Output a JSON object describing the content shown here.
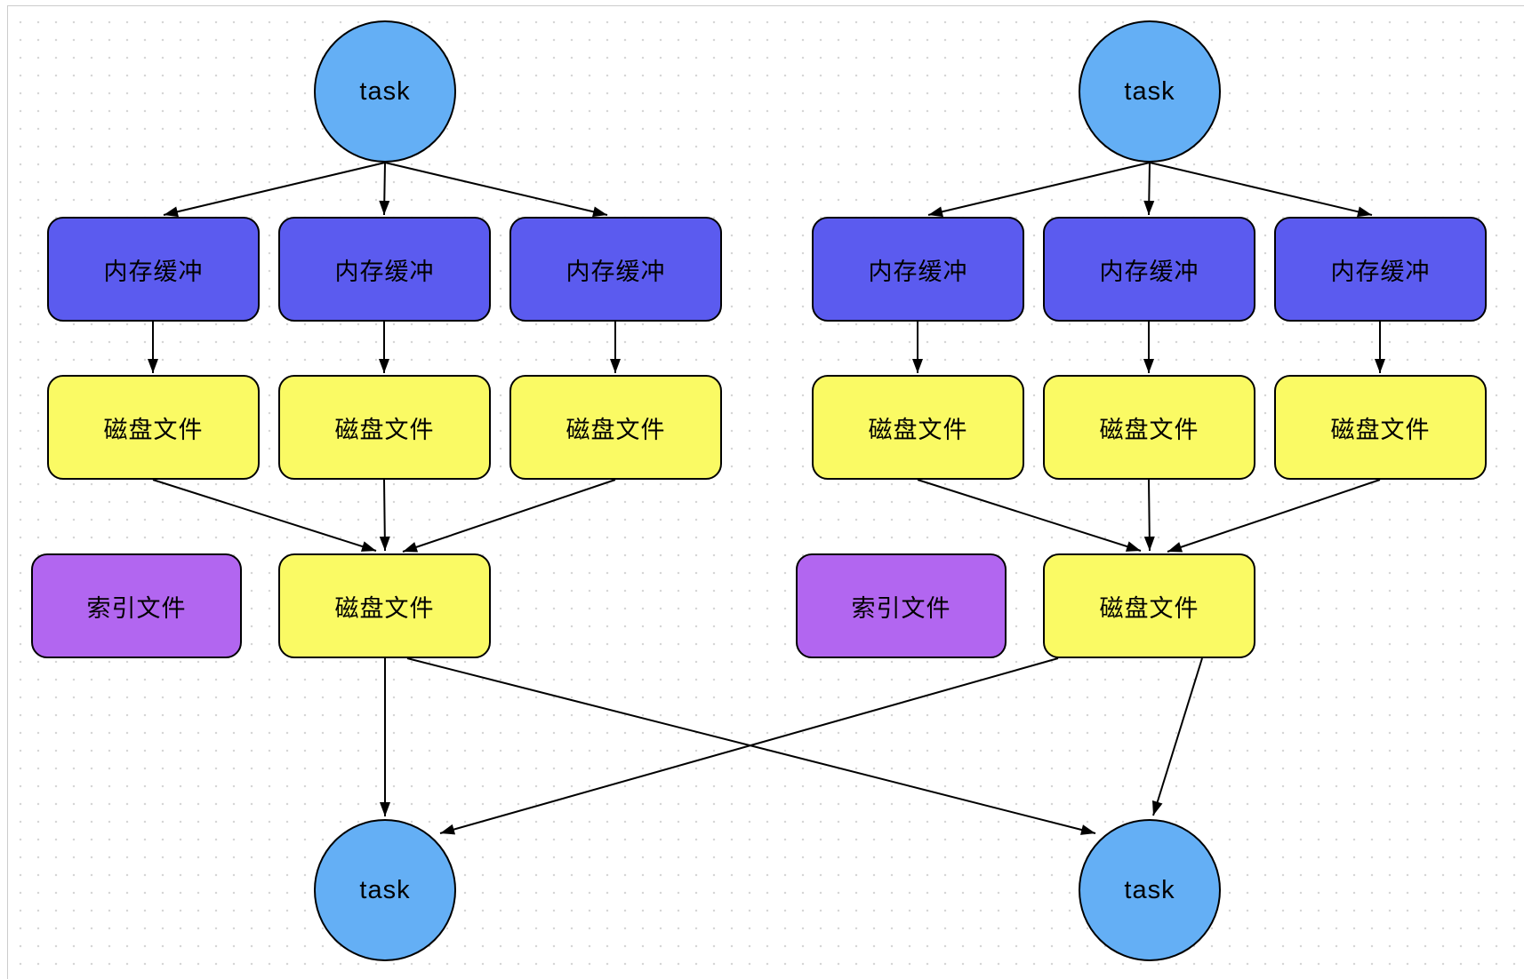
{
  "canvas": {
    "background": "#ffffff",
    "grid_dot_color": "#d6d6d6",
    "border_color": "#cccccc"
  },
  "colors": {
    "task_fill": "#64AFF5",
    "memory_buffer_fill": "#5B5BEF",
    "disk_file_fill": "#FAFA64",
    "index_file_fill": "#B266F0",
    "stroke": "#000000"
  },
  "groups": [
    {
      "name": "left",
      "top_task": {
        "label": "task"
      },
      "buffers": [
        {
          "label": "内存缓冲"
        },
        {
          "label": "内存缓冲"
        },
        {
          "label": "内存缓冲"
        }
      ],
      "disk_files": [
        {
          "label": "磁盘文件"
        },
        {
          "label": "磁盘文件"
        },
        {
          "label": "磁盘文件"
        }
      ],
      "index_file": {
        "label": "索引文件"
      },
      "merged_disk_file": {
        "label": "磁盘文件"
      },
      "bottom_task": {
        "label": "task"
      }
    },
    {
      "name": "right",
      "top_task": {
        "label": "task"
      },
      "buffers": [
        {
          "label": "内存缓冲"
        },
        {
          "label": "内存缓冲"
        },
        {
          "label": "内存缓冲"
        }
      ],
      "disk_files": [
        {
          "label": "磁盘文件"
        },
        {
          "label": "磁盘文件"
        },
        {
          "label": "磁盘文件"
        }
      ],
      "index_file": {
        "label": "索引文件"
      },
      "merged_disk_file": {
        "label": "磁盘文件"
      },
      "bottom_task": {
        "label": "task"
      }
    }
  ]
}
